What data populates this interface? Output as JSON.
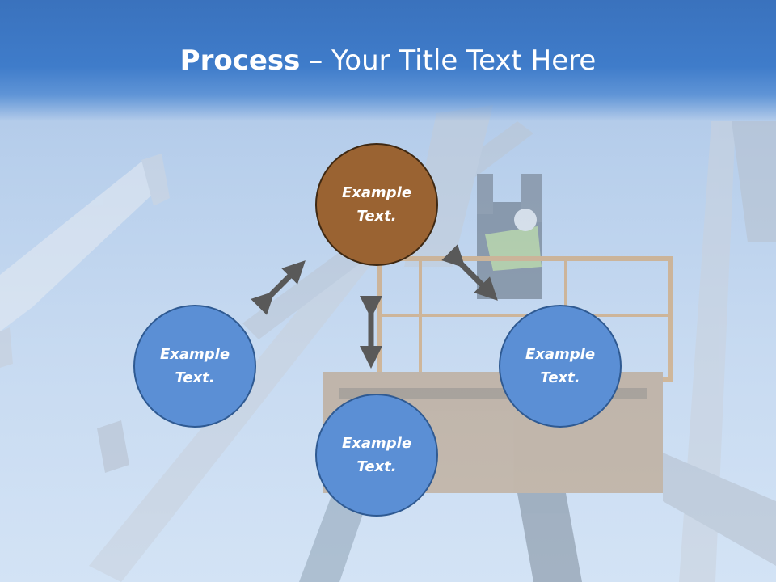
{
  "title": {
    "bold": "Process",
    "dash": " – ",
    "rest": "Your Title Text Here"
  },
  "nodes": {
    "top": {
      "line1": "Example",
      "line2": "Text."
    },
    "left": {
      "line1": "Example",
      "line2": "Text."
    },
    "right": {
      "line1": "Example",
      "line2": "Text."
    },
    "bottom": {
      "line1": "Example",
      "line2": "Text."
    }
  },
  "colors": {
    "header": "#3f7cca",
    "node_blue": "#5b8fd5",
    "node_brown": "#9a6332",
    "arrow": "#595959"
  }
}
